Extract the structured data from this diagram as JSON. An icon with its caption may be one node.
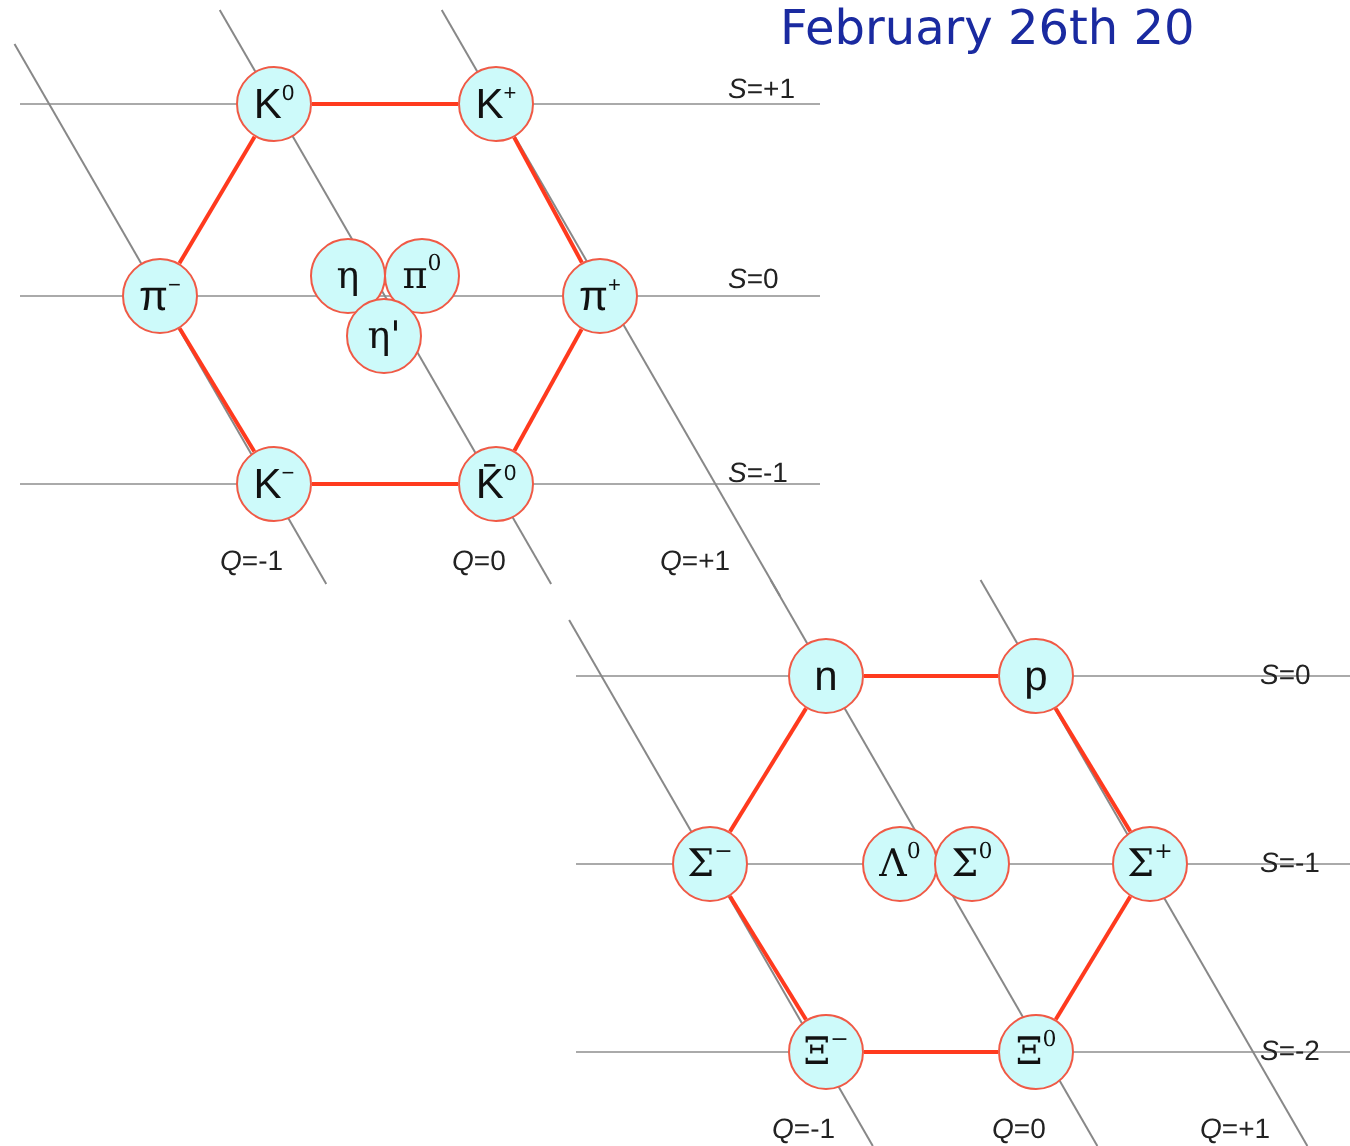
{
  "diagram": {
    "nodes": [
      {
        "text": [
          "K$^{0}$"
        ]
      },
      {
        "text": [
          "K$^{+}$"
        ]
      },
      {
        "text": [
          "π$^{−}$"
        ]
      },
      {
        "text": [
          "η"
        ]
      },
      {
        "text": [
          "π$^{0}$"
        ]
      },
      {
        "text": [
          "η'"
        ]
      },
      {
        "text": [
          "π$^{+}$"
        ]
      },
      {
        "text": [
          "K$^{−}$"
        ]
      },
      {
        "text": [
          "K̄$^{0}$"
        ]
      },
      {
        "text": [
          "n"
        ]
      },
      {
        "text": [
          "p"
        ]
      },
      {
        "text": [
          "Σ$^{−}$"
        ]
      },
      {
        "text": [
          "Λ$^{0}$"
        ]
      },
      {
        "text": [
          "Σ$^{0}$"
        ]
      },
      {
        "text": [
          "Σ$^{+}$"
        ]
      },
      {
        "text": [
          "Ξ$^{−}$"
        ]
      },
      {
        "text": [
          "Ξ$^{0}$"
        ]
      }
    ],
    "edges": [
      {
        "from": 0,
        "to": 1,
        "arrow": "none"
      },
      {
        "from": 1,
        "to": 6,
        "arrow": "none"
      },
      {
        "from": 6,
        "to": 8,
        "arrow": "none"
      },
      {
        "from": 8,
        "to": 7,
        "arrow": "none"
      },
      {
        "from": 7,
        "to": 2,
        "arrow": "none"
      },
      {
        "from": 2,
        "to": 0,
        "arrow": "none"
      },
      {
        "from": 9,
        "to": 10,
        "arrow": "none"
      },
      {
        "from": 10,
        "to": 14,
        "arrow": "none"
      },
      {
        "from": 14,
        "to": 16,
        "arrow": "none"
      },
      {
        "from": 16,
        "to": 15,
        "arrow": "none"
      },
      {
        "from": 15,
        "to": 11,
        "arrow": "none"
      },
      {
        "from": 11,
        "to": 9,
        "arrow": "none"
      }
    ],
    "labels": [
      "February 26th 20",
      "*S*=+1",
      "*S*=0",
      "*S*=-1",
      "*Q*=-1",
      "*Q*=0",
      "*Q*=+1",
      "*S*=0",
      "*S*=-1",
      "*S*=-2",
      "*Q*=-1",
      "*Q*=0",
      "*Q*=+1"
    ]
  }
}
